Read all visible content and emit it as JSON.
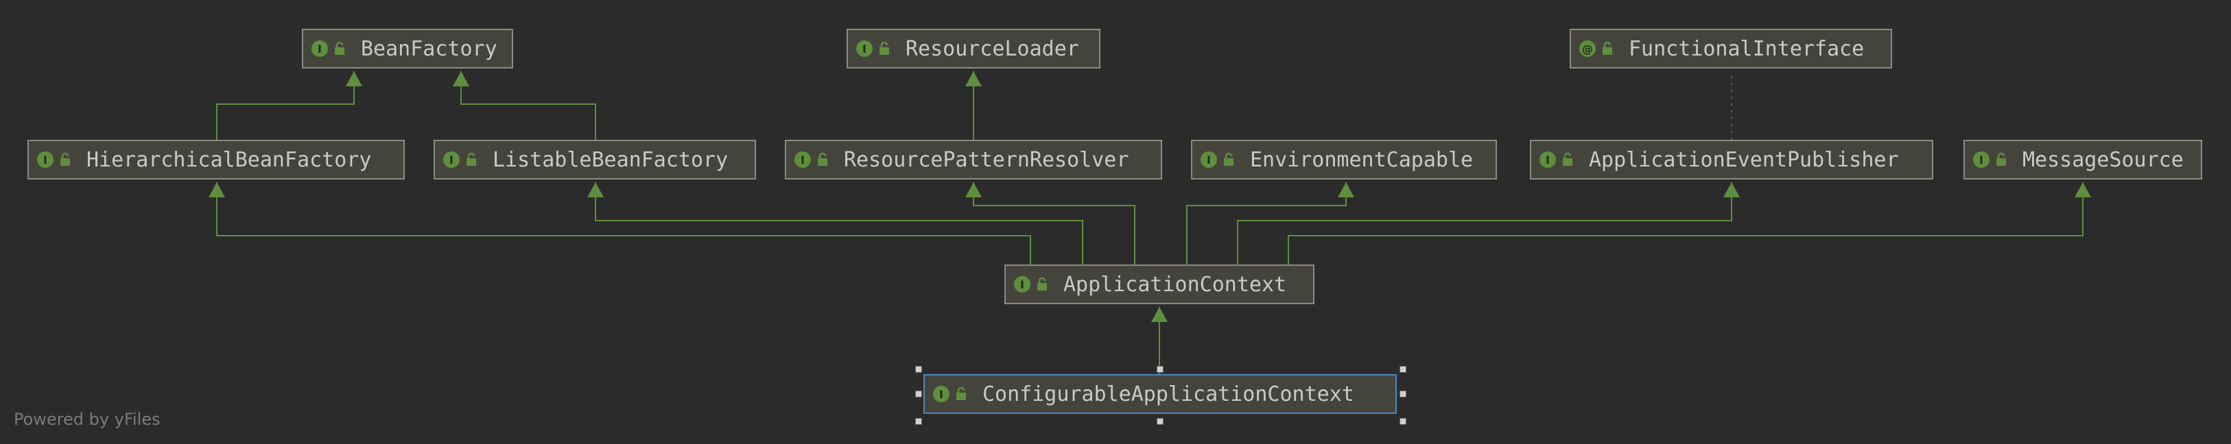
{
  "diagram": {
    "nodes": [
      {
        "id": "beanfactory",
        "label": "BeanFactory",
        "icon": "interface-icon",
        "badge": "I"
      },
      {
        "id": "resourceloader",
        "label": "ResourceLoader",
        "icon": "interface-icon",
        "badge": "I"
      },
      {
        "id": "functionalinterface",
        "label": "FunctionalInterface",
        "icon": "annotation-icon",
        "badge": "@"
      },
      {
        "id": "hierarchicalbeanfactory",
        "label": "HierarchicalBeanFactory",
        "icon": "interface-icon",
        "badge": "I"
      },
      {
        "id": "listablebeanfactory",
        "label": "ListableBeanFactory",
        "icon": "interface-icon",
        "badge": "I"
      },
      {
        "id": "resourcepatternresolver",
        "label": "ResourcePatternResolver",
        "icon": "interface-icon",
        "badge": "I"
      },
      {
        "id": "environmentcapable",
        "label": "EnvironmentCapable",
        "icon": "interface-icon",
        "badge": "I"
      },
      {
        "id": "applicationeventpublisher",
        "label": "ApplicationEventPublisher",
        "icon": "interface-icon",
        "badge": "I"
      },
      {
        "id": "messagesource",
        "label": "MessageSource",
        "icon": "interface-icon",
        "badge": "I"
      },
      {
        "id": "applicationcontext",
        "label": "ApplicationContext",
        "icon": "interface-icon",
        "badge": "I"
      },
      {
        "id": "configurableapplicationcontext",
        "label": "ConfigurableApplicationContext",
        "icon": "interface-icon",
        "badge": "I",
        "selected": true
      }
    ],
    "edges": [
      {
        "from": "hierarchicalbeanfactory",
        "to": "beanfactory",
        "kind": "extends"
      },
      {
        "from": "listablebeanfactory",
        "to": "beanfactory",
        "kind": "extends"
      },
      {
        "from": "resourcepatternresolver",
        "to": "resourceloader",
        "kind": "extends"
      },
      {
        "from": "applicationeventpublisher",
        "to": "functionalinterface",
        "kind": "annotated"
      },
      {
        "from": "applicationcontext",
        "to": "hierarchicalbeanfactory",
        "kind": "extends"
      },
      {
        "from": "applicationcontext",
        "to": "listablebeanfactory",
        "kind": "extends"
      },
      {
        "from": "applicationcontext",
        "to": "resourcepatternresolver",
        "kind": "extends"
      },
      {
        "from": "applicationcontext",
        "to": "environmentcapable",
        "kind": "extends"
      },
      {
        "from": "applicationcontext",
        "to": "applicationeventpublisher",
        "kind": "extends"
      },
      {
        "from": "applicationcontext",
        "to": "messagesource",
        "kind": "extends"
      },
      {
        "from": "configurableapplicationcontext",
        "to": "applicationcontext",
        "kind": "extends"
      }
    ]
  },
  "colors": {
    "background": "#2b2b2b",
    "node_fill": "#45443c",
    "node_border": "#8b8b83",
    "selected_border": "#4a88c7",
    "edge": "#5f8f3e",
    "text": "#c9c9c9"
  },
  "footer": {
    "text": "Powered by yFiles"
  }
}
